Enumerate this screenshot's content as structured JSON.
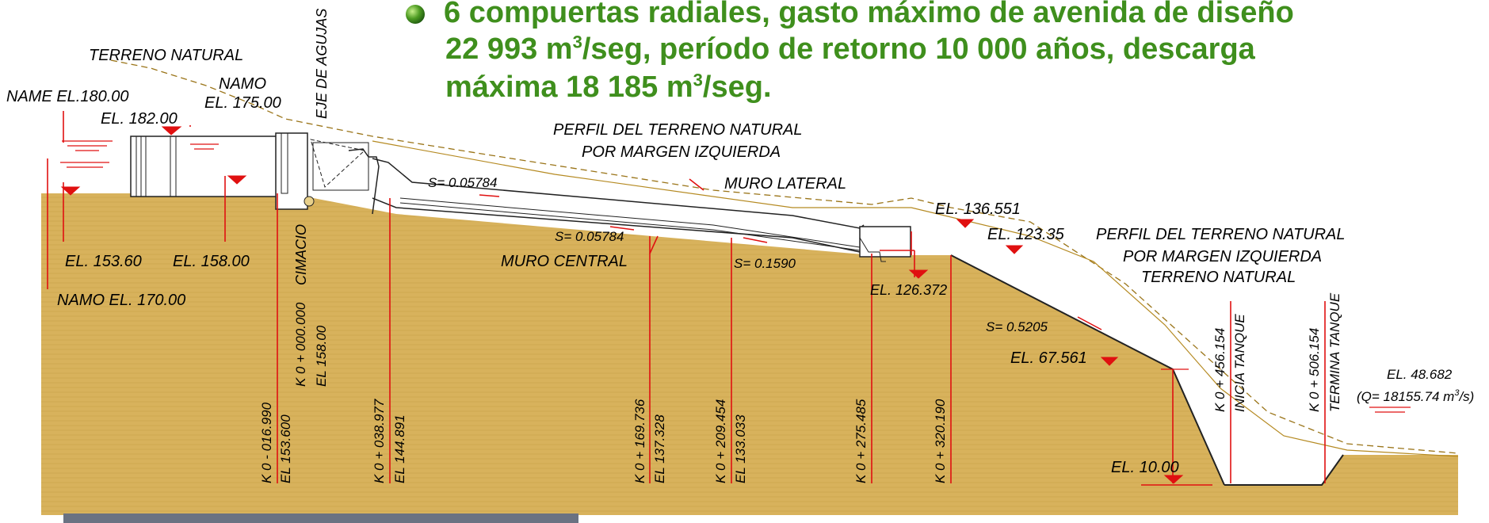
{
  "headline": {
    "line1": "6 compuertas radiales, gasto máximo de avenida de diseño",
    "line2_a": "22 993 m",
    "line2_sup": "3",
    "line2_b": "/seg, período de retorno 10 000 años, descarga",
    "line3_a": "máxima 18 185 m",
    "line3_sup": "3",
    "line3_b": "/seg."
  },
  "labels": {
    "terreno_natural_top": "TERRENO NATURAL",
    "name_el": "NAME  EL.180.00",
    "namo_a": "NAMO",
    "namo_b": "EL. 175.00",
    "eje_agujas": "EJE DE AGUJAS",
    "el_182": "EL. 182.00",
    "perfil_1a": "PERFIL DEL TERRENO NATURAL",
    "perfil_1b": "POR MARGEN IZQUIERDA",
    "s1": "S= 0.05784",
    "muro_lateral": "MURO LATERAL",
    "s2": "S= 0.05784",
    "muro_central": "MURO CENTRAL",
    "s3": "S= 0.1590",
    "el_136": "EL. 136.551",
    "el_123": "EL. 123.35",
    "perfil_2a": "PERFIL DEL TERRENO NATURAL",
    "perfil_2b": "POR MARGEN IZQUIERDA",
    "terreno_natural_2": "TERRENO NATURAL",
    "el_126": "EL. 126.372",
    "s4": "S= 0.5205",
    "el_67": "EL. 67.561",
    "el_153": "EL. 153.60",
    "el_158": "EL. 158.00",
    "cimacio": "CIMACIO",
    "namo_170": "NAMO EL. 170.00",
    "el_48": "EL. 48.682",
    "q_a": "(Q= 18155.74 m",
    "q_sup": "3",
    "q_b": "/s)",
    "el_10": "EL. 10.00"
  },
  "stations": [
    {
      "k": "K 0 - 016.990",
      "el": "EL 153.600"
    },
    {
      "k": "K 0 + 000.000",
      "el": "EL 158.00"
    },
    {
      "k": "K 0 + 038.977",
      "el": "EL 144.891"
    },
    {
      "k": "K 0 + 169.736",
      "el": "EL 137.328"
    },
    {
      "k": "K 0 + 209.454",
      "el": "EL 133.033"
    },
    {
      "k": "K 0 + 275.485",
      "el": ""
    },
    {
      "k": "K 0 + 320.190",
      "el": ""
    },
    {
      "k": "K 0 + 456.154",
      "el": "INICIA TANQUE"
    },
    {
      "k": "K 0 + 506.154",
      "el": "TERMINA TANQUE"
    }
  ],
  "colors": {
    "ground": "#d9b35a",
    "headline": "#3f8f1d",
    "leader": "#e01010",
    "terrain_line": "#a07818"
  }
}
